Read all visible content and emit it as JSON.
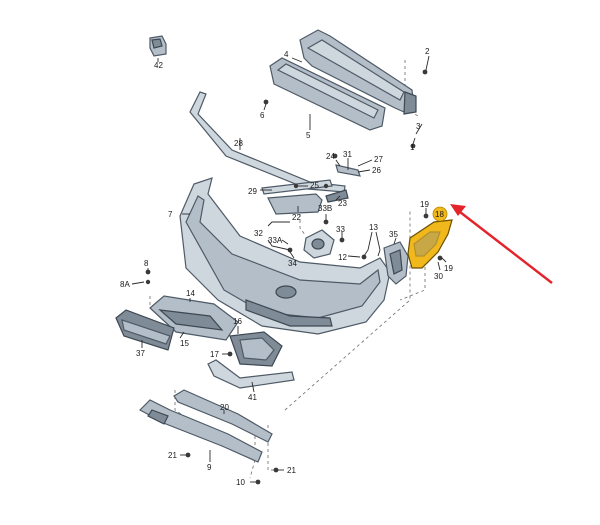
{
  "labels": {
    "p42": "42",
    "p2": "2",
    "p4": "4",
    "p3": "3",
    "p6": "6",
    "p5": "5",
    "p28": "28",
    "p1": "1",
    "p24": "24",
    "p31": "31",
    "p27": "27",
    "p26": "26",
    "p25": "25",
    "p29": "29",
    "p22": "22",
    "p23": "23",
    "p7": "7",
    "p33b": "33B",
    "p32": "32",
    "p33a": "33A",
    "p34": "34",
    "p33": "33",
    "p13": "13",
    "p35": "35",
    "p12": "12",
    "p19a": "19",
    "p18": "18",
    "p19b": "19",
    "p30": "30",
    "p8": "8",
    "p8a": "8A",
    "p14": "14",
    "p15": "15",
    "p37": "37",
    "p16": "16",
    "p17": "17",
    "p41": "41",
    "p20": "20",
    "p21a": "21",
    "p9": "9",
    "p21b": "21",
    "p10": "10"
  },
  "colors": {
    "highlight": "#f1b81b",
    "arrow": "#e3242b",
    "part": "#b3bec8"
  },
  "highlighted_part": "18"
}
